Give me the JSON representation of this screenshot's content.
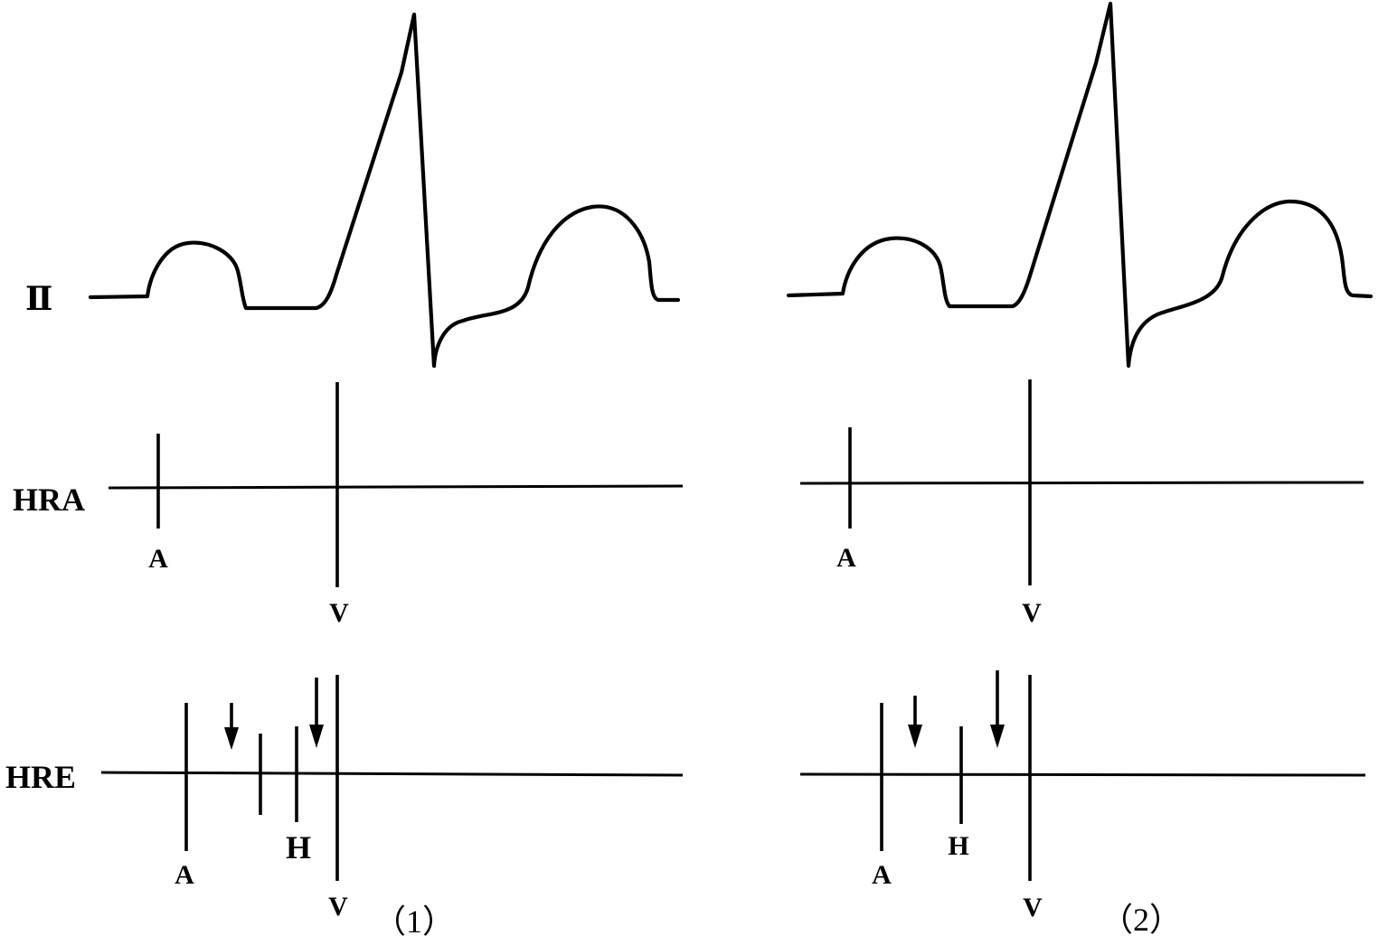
{
  "diagram": {
    "lead_labels": {
      "ecg": "Ⅱ",
      "hra": "HRA",
      "hre": "HRE"
    },
    "panels": [
      {
        "label": "（1）",
        "hra_marks": [
          "A",
          "V"
        ],
        "hre_marks": [
          "A",
          "H",
          "V"
        ],
        "hre_arrow_count": 2
      },
      {
        "label": "（2）",
        "hra_marks": [
          "A",
          "V"
        ],
        "hre_marks": [
          "A",
          "H",
          "V"
        ],
        "hre_arrow_count": 2
      }
    ]
  }
}
